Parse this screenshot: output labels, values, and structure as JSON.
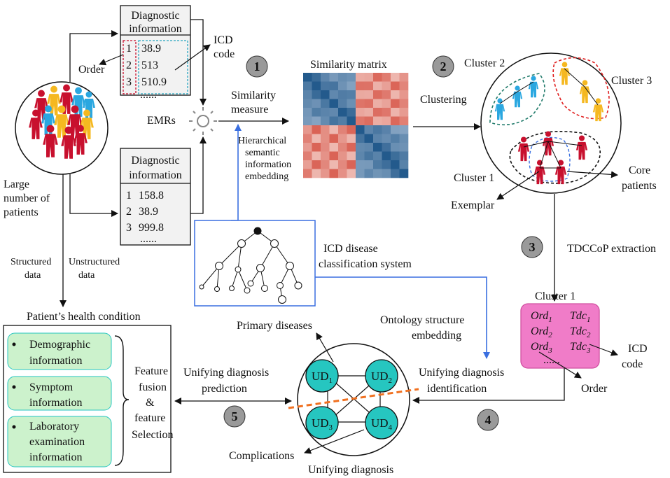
{
  "diagnostic_box_top": {
    "title_line1": "Diagnostic",
    "title_line2": "information",
    "rows": [
      {
        "order": "1",
        "code": "38.9"
      },
      {
        "order": "2",
        "code": "513"
      },
      {
        "order": "3",
        "code": "510.9"
      }
    ],
    "ellipsis": "......"
  },
  "diagnostic_box_bottom": {
    "title_line1": "Diagnostic",
    "title_line2": "information",
    "rows": [
      {
        "order": "1",
        "code": "158.8"
      },
      {
        "order": "2",
        "code": "38.9"
      },
      {
        "order": "3",
        "code": "999.8"
      }
    ],
    "ellipsis": "......"
  },
  "labels": {
    "order_top": "Order",
    "icd_code_top_1": "ICD",
    "icd_code_top_2": "code",
    "emrs": "EMRs",
    "patients_1": "Large",
    "patients_2": "number of",
    "patients_3": "patients",
    "similarity_measure_1": "Similarity",
    "similarity_measure_2": "measure",
    "similarity_matrix": "Similarity matrix",
    "hier_1": "Hierarchical",
    "hier_2": "semantic",
    "hier_3": "information",
    "hier_4": "embedding",
    "clustering": "Clustering",
    "cluster2": "Cluster 2",
    "cluster3": "Cluster 3",
    "cluster1": "Cluster 1",
    "core_1": "Core",
    "core_2": "patients",
    "exemplar": "Exemplar",
    "tdccop": "TDCCoP extraction",
    "icd_sys_1": "ICD disease",
    "icd_sys_2": "classification system",
    "structured_1": "Structured",
    "structured_2": "data",
    "unstructured_1": "Unstructured",
    "unstructured_2": "data",
    "health": "Patient’s health condition",
    "demo_1": "Demographic",
    "demo_2": "information",
    "symp_1": "Symptom",
    "symp_2": "information",
    "lab_1": "Laboratory",
    "lab_2": "examination",
    "lab_3": "information",
    "fusion_1": "Feature",
    "fusion_2": "fusion",
    "fusion_3": "&",
    "fusion_4": "feature",
    "fusion_5": "Selection",
    "udp_1": "Unifying diagnosis",
    "udp_2": "prediction",
    "primary": "Primary diseases",
    "ontology_1": "Ontology structure",
    "ontology_2": "embedding",
    "udi_1": "Unifying diagnosis",
    "udi_2": "identification",
    "complications": "Complications",
    "unifying": "Unifying diagnosis",
    "cluster1_box": "Cluster 1",
    "icd_code_br_1": "ICD",
    "icd_code_br_2": "code",
    "order_br": "Order"
  },
  "ord_tdc": [
    {
      "ord": "Ord",
      "ord_sub": "1",
      "tdc": "Tdc",
      "tdc_sub": "1"
    },
    {
      "ord": "Ord",
      "ord_sub": "2",
      "tdc": "Tdc",
      "tdc_sub": "2"
    },
    {
      "ord": "Ord",
      "ord_sub": "3",
      "tdc": "Tdc",
      "tdc_sub": "3"
    }
  ],
  "ord_tdc_ellipsis": "......",
  "ud_nodes": [
    {
      "name": "UD",
      "sub": "1"
    },
    {
      "name": "UD",
      "sub": "2"
    },
    {
      "name": "UD",
      "sub": "3"
    },
    {
      "name": "UD",
      "sub": "4"
    }
  ],
  "steps": [
    "1",
    "2",
    "3",
    "4",
    "5"
  ],
  "colors": {
    "blue_arrow": "#3a6fe0",
    "teal_node": "#26c6c0",
    "green_box": "#ccf2cc",
    "pink_box": "#f07cc8",
    "patient_red": "#c8102e",
    "patient_blue": "#2aa7e0",
    "patient_yellow": "#f5b820",
    "step_gray": "#9a9a9a",
    "orange_dash": "#f07020"
  }
}
